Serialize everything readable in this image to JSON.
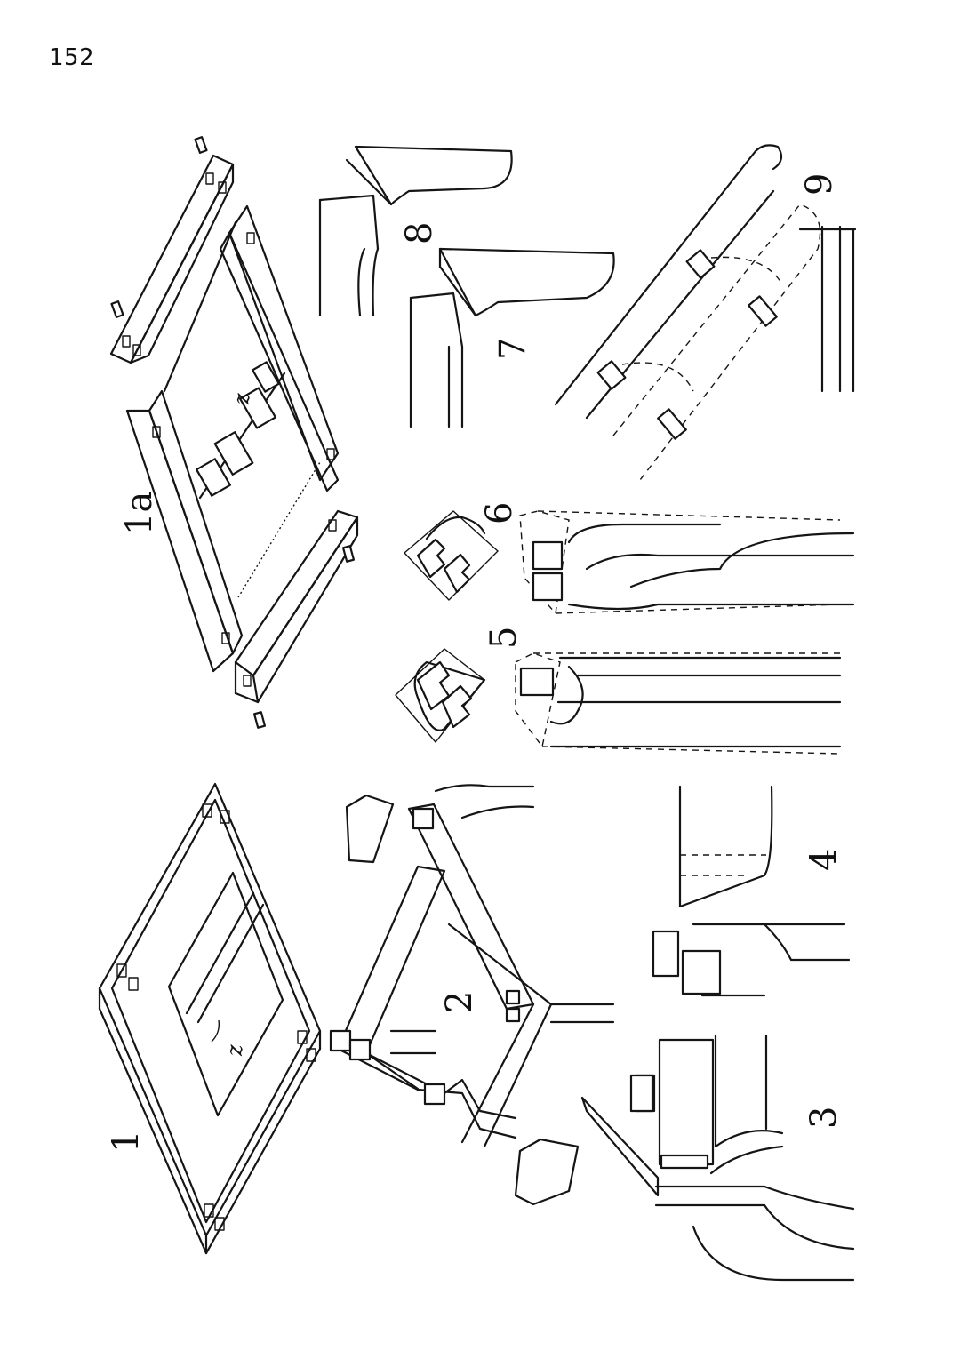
{
  "page": {
    "number": "152"
  },
  "figures": {
    "fig1": "1",
    "fig1a": "1a",
    "fig2": "2",
    "fig3": "3",
    "fig4": "4",
    "fig5": "5",
    "fig6": "6",
    "fig7": "7",
    "fig8": "8",
    "fig9": "9",
    "z1": "z",
    "z1a": "z"
  }
}
